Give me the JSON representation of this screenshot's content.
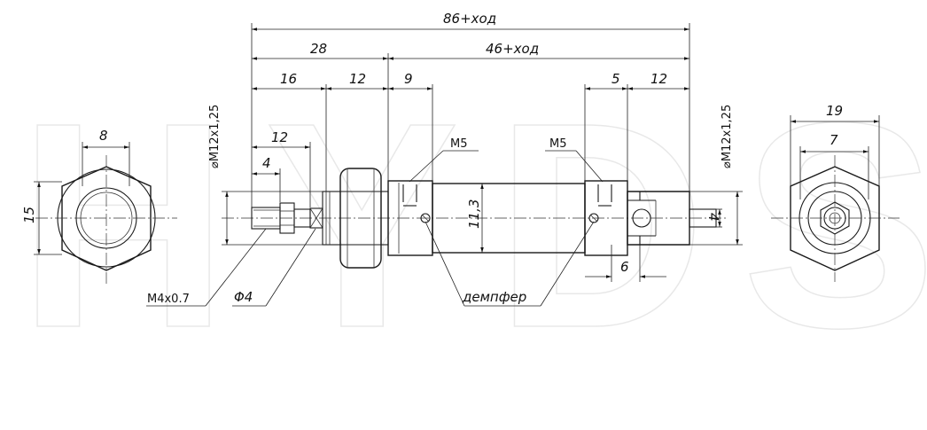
{
  "dimensions": {
    "overall": "86+ход",
    "left_block": "28",
    "stroke_block": "46+ход",
    "seg_16": "16",
    "seg_12_left": "12",
    "seg_9": "9",
    "seg_5": "5",
    "seg_12_right": "12",
    "hex_width": "8",
    "hex_height": "15",
    "thread_left": "⌀M12x1,25",
    "thread_right": "⌀M12x1,25",
    "pin_len_12": "12",
    "pin_len_4": "4",
    "body_dia": "11,3",
    "slot_width": "4",
    "slot_len": "6",
    "right_hex_outer": "19",
    "right_hex_inner": "7"
  },
  "labels": {
    "port_left": "M5",
    "port_right": "M5",
    "rod_thread": "M4x0.7",
    "rod_dia": "Φ4",
    "damper": "демпфер"
  },
  "watermark": "HYDS"
}
